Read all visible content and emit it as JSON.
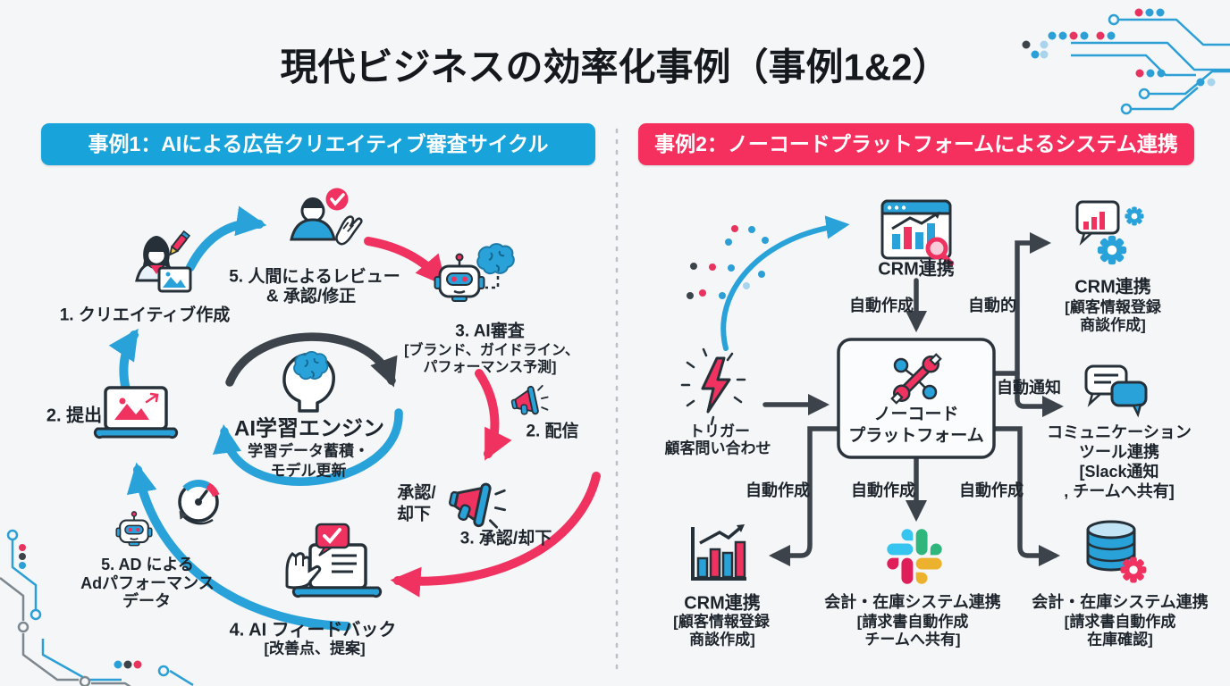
{
  "title": "現代ビジネスの効率化事例（事例1&2）",
  "colors": {
    "blue": "#29a2da",
    "pink": "#ef3260",
    "dark": "#3c434b",
    "header_blue": "#18a4da",
    "header_pink": "#f5305e"
  },
  "case1": {
    "header": "事例1：AIによる広告クリエイティブ審査サイクル",
    "center": {
      "title": "AI学習エンジン",
      "sub1": "学習データ蓄積・",
      "sub2": "モデル更新"
    },
    "nodes": {
      "creative": {
        "l1": "1. クリエイティブ作成"
      },
      "submit": {
        "l1": "2. 提出"
      },
      "human_review": {
        "l1": "5. 人間によるレビュー",
        "l2": "& 承認/修正"
      },
      "ai_review": {
        "l1": "3. AI審査",
        "l2": "[ブランド、ガイドライン、",
        "l3": "パフォーマンス予測]"
      },
      "delivery": {
        "l1": "2. 配信"
      },
      "approve_reject_small": {
        "l1": "承認/",
        "l2": "却下"
      },
      "approve_reject": {
        "l1": "3. 承認/却下"
      },
      "feedback": {
        "l1": "4. AI フィードバック",
        "l2": "[改善点、提案]"
      },
      "ad_data": {
        "l1": "5. AD による",
        "l2": "Adパフォーマンス",
        "l3": "データ"
      }
    }
  },
  "case2": {
    "header": "事例2：ノーコードプラットフォームによるシステム連携",
    "hub": {
      "l1": "ノーコード",
      "l2": "プラットフォーム"
    },
    "nodes": {
      "trigger": {
        "l1": "トリガー",
        "l2": "顧客問い合わせ"
      },
      "crm_top": {
        "l1": "CRM連携"
      },
      "crm_right": {
        "l1": "CRM連携",
        "l2": "[顧客情報登録",
        "l3": "商談作成]"
      },
      "comm": {
        "l1": "コミュニケーション",
        "l2": "ツール連携",
        "l3": "[Slack通知",
        "l4": ", チームへ共有]"
      },
      "crm_bottom": {
        "l1": "CRM連携",
        "l2": "[顧客情報登録",
        "l3": "商談作成]"
      },
      "acct_mid": {
        "l1": "会計・在庫システム連携",
        "l2": "[請求書自動作成",
        "l3": "チームへ共有]"
      },
      "acct_right": {
        "l1": "会計・在庫システム連携",
        "l2": "[請求書自動作成",
        "l3": "在庫確認]"
      }
    },
    "edges": {
      "auto_create_top": "自動作成",
      "auto_right_top": "自動的",
      "auto_notify": "自動通知",
      "auto_create_bl": "自動作成",
      "auto_create_bm": "自動作成",
      "auto_create_br": "自動作成"
    }
  }
}
